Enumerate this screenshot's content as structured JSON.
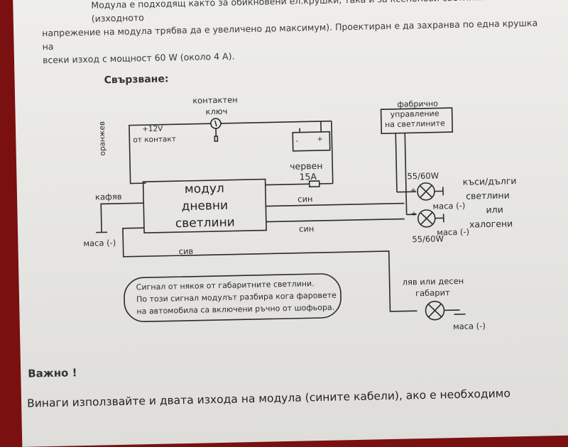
{
  "intro": {
    "line1": "Модула е подходящ както за обикновени ел.крушки, така и за ксенонови светлини (изходното",
    "line2": "напрежение на модула трябва да е увеличено до максимум).   Проектиран е да захранва по една крушка на",
    "line3": "всеки изход с мощност 60 W (около 4 А)."
  },
  "connection_heading": "Свързване:",
  "diagram": {
    "ignition_label_1": "контактен",
    "ignition_label_2": "ключ",
    "plus12_1": "+12V",
    "plus12_2": "от контакт",
    "orange": "оранжев",
    "brown": "кафяв",
    "ground_left": "маса (-)",
    "red": "червен",
    "fuse": "15A",
    "module_1": "модул",
    "module_2": "дневни",
    "module_3": "светлини",
    "blue_1": "син",
    "blue_2": "син",
    "grey": "сив",
    "factory_1": "фабрично",
    "factory_2": "управление",
    "factory_3": "на светлините",
    "watt_1": "55/60W",
    "watt_2": "55/60W",
    "ground_1": "маса (-)",
    "ground_2": "маса (-)",
    "ground_3": "маса (-)",
    "lights_1": "къси/дълги",
    "lights_2": "светлини",
    "lights_3": "или",
    "lights_4": "халогени",
    "side_1": "ляв или десен",
    "side_2": "габарит",
    "note_1": "Сигнал от някоя от габаритните светлини.",
    "note_2": "По този сигнал модулът разбира кога фаровете",
    "note_3": "на автомобила са включени ръчно от шофьора.",
    "plus_1": "+",
    "plus_2": "+",
    "batt_minus": "-",
    "batt_plus": "+"
  },
  "important_heading": "Важно !",
  "bottom_text": "Винаги използвайте и двата изхода на модула (сините кабели), ако е необходимо"
}
